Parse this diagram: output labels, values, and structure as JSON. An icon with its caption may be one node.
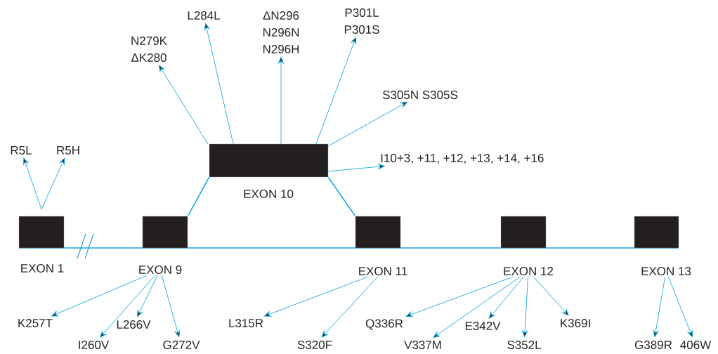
{
  "diagram": {
    "nodes": [
      {
        "text": [
          "EXON 1"
        ]
      },
      {
        "text": [
          "EXON 9"
        ]
      },
      {
        "text": [
          "EXON 10"
        ]
      },
      {
        "text": [
          "EXON 11"
        ]
      },
      {
        "text": [
          "EXON 12"
        ]
      },
      {
        "text": [
          "EXON 13"
        ]
      },
      {
        "text": [
          "R5L"
        ]
      },
      {
        "text": [
          "R5H"
        ]
      },
      {
        "text": [
          "N279K ΔK280"
        ]
      },
      {
        "text": [
          "L284L"
        ]
      },
      {
        "text": [
          "ΔN296 N296N N296H"
        ]
      },
      {
        "text": [
          "P301L P301S"
        ]
      },
      {
        "text": [
          "S305N S305S"
        ]
      },
      {
        "text": [
          "I10+3, +11, +12, +13, +14, +16"
        ]
      },
      {
        "text": [
          "K257T"
        ]
      },
      {
        "text": [
          "I260V"
        ]
      },
      {
        "text": [
          "L266V"
        ]
      },
      {
        "text": [
          "G272V"
        ]
      },
      {
        "text": [
          "L315R"
        ]
      },
      {
        "text": [
          "S320F"
        ]
      },
      {
        "text": [
          "Q336R"
        ]
      },
      {
        "text": [
          "V337M"
        ]
      },
      {
        "text": [
          "E342V"
        ]
      },
      {
        "text": [
          "S352L"
        ]
      },
      {
        "text": [
          "K369I"
        ]
      },
      {
        "text": [
          "G389R"
        ]
      },
      {
        "text": [
          "406W"
        ]
      }
    ],
    "edges": [
      {
        "from": 0,
        "to": 6,
        "arrow": "to"
      },
      {
        "from": 0,
        "to": 7,
        "arrow": "to"
      },
      {
        "from": 2,
        "to": 8,
        "arrow": "to"
      },
      {
        "from": 2,
        "to": 9,
        "arrow": "to"
      },
      {
        "from": 2,
        "to": 10,
        "arrow": "to"
      },
      {
        "from": 2,
        "to": 11,
        "arrow": "to"
      },
      {
        "from": 2,
        "to": 12,
        "arrow": "to"
      },
      {
        "from": 2,
        "to": 13,
        "arrow": "to"
      },
      {
        "from": 2,
        "to": 1,
        "arrow": "none"
      },
      {
        "from": 2,
        "to": 3,
        "arrow": "none"
      },
      {
        "from": 1,
        "to": 14,
        "arrow": "to"
      },
      {
        "from": 1,
        "to": 15,
        "arrow": "to"
      },
      {
        "from": 1,
        "to": 16,
        "arrow": "to"
      },
      {
        "from": 1,
        "to": 17,
        "arrow": "to"
      },
      {
        "from": 3,
        "to": 18,
        "arrow": "to"
      },
      {
        "from": 3,
        "to": 19,
        "arrow": "to"
      },
      {
        "from": 4,
        "to": 20,
        "arrow": "to"
      },
      {
        "from": 4,
        "to": 21,
        "arrow": "to"
      },
      {
        "from": 4,
        "to": 22,
        "arrow": "to"
      },
      {
        "from": 4,
        "to": 23,
        "arrow": "to"
      },
      {
        "from": 4,
        "to": 24,
        "arrow": "to"
      },
      {
        "from": 5,
        "to": 25,
        "arrow": "to"
      },
      {
        "from": 5,
        "to": 26,
        "arrow": "to"
      }
    ]
  }
}
